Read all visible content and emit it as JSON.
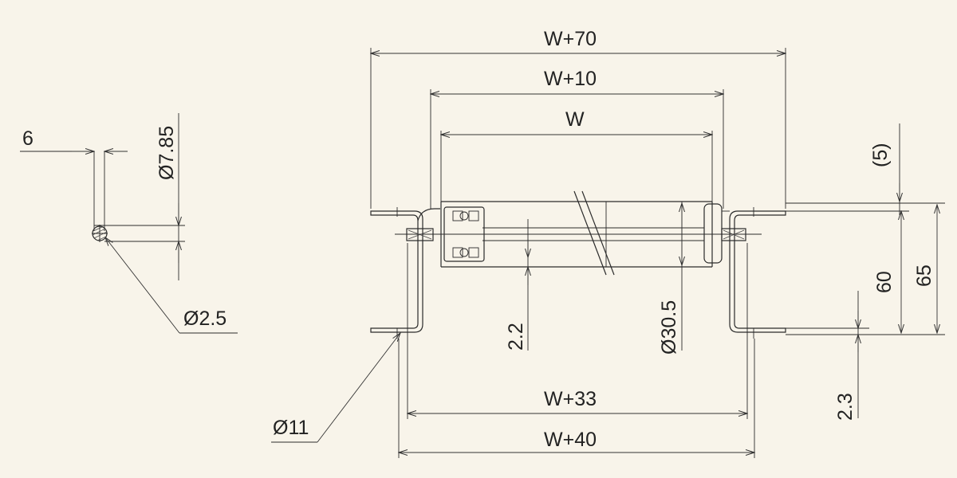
{
  "dimensions": {
    "w_plus_70": "W+70",
    "w_plus_10": "W+10",
    "w": "W",
    "w_plus_33": "W+33",
    "w_plus_40": "W+40",
    "shaft_width": "6",
    "shaft_diameter": "Ø7.85",
    "pin_diameter": "Ø2.5",
    "hole_diameter": "Ø11",
    "tube_wall": "2.2",
    "roller_diameter": "Ø30.5",
    "offset": "(5)",
    "height_60": "60",
    "height_65": "65",
    "thickness": "2.3"
  },
  "colors": {
    "background": "#f8f4ea",
    "line": "#2b2b2b"
  }
}
